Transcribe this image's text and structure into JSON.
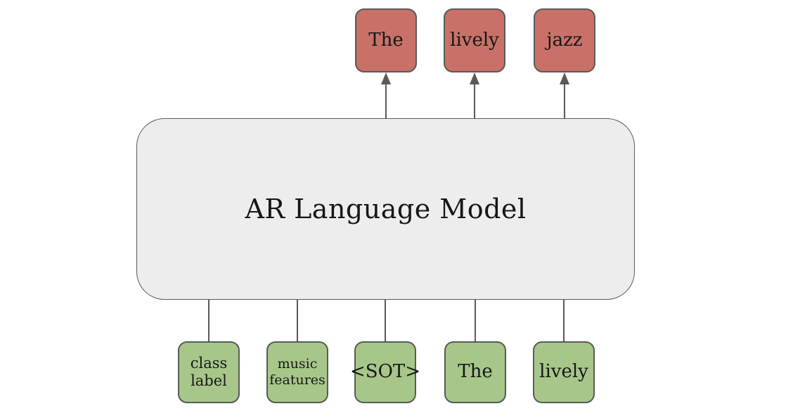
{
  "diagram": {
    "model": {
      "label": "AR Language Model"
    },
    "output_tokens": [
      {
        "label": "The"
      },
      {
        "label": "lively"
      },
      {
        "label": "jazz"
      }
    ],
    "input_tokens": [
      {
        "label": "class label"
      },
      {
        "label": "music features"
      },
      {
        "label": "<SOT>"
      },
      {
        "label": "The"
      },
      {
        "label": "lively"
      }
    ],
    "colors": {
      "output_fill": "#c97168",
      "input_fill": "#a7c78a",
      "model_fill": "#ededed",
      "box_border": "#595959",
      "line": "#595959",
      "text": "#161616",
      "background": "#ffffff"
    }
  }
}
